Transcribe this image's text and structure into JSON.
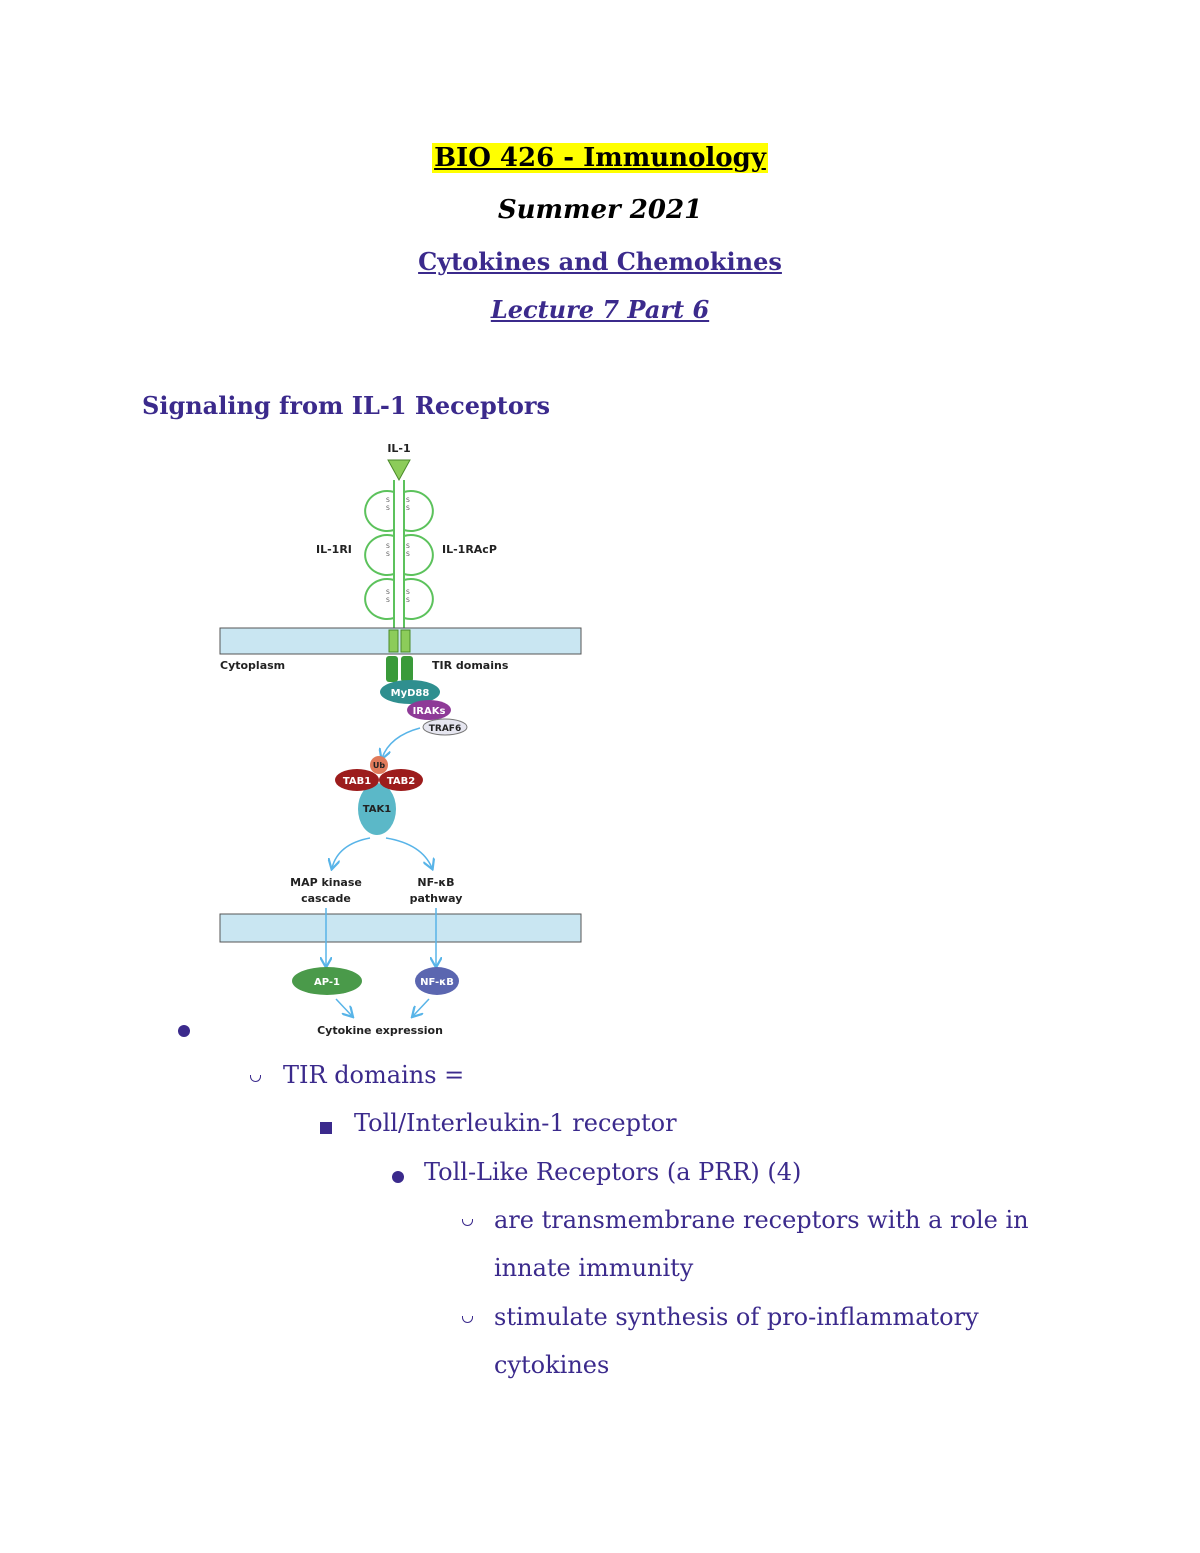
{
  "header": {
    "course": "BIO 426 - Immunology",
    "term": "Summer 2021",
    "topic": "Cytokines and Chemokines",
    "lecture": "Lecture 7 Part 6"
  },
  "section": {
    "heading": "Signaling from IL-1 Receptors"
  },
  "diagram": {
    "labels": {
      "il1": "IL-1",
      "il1ri": "IL-1RI",
      "il1racp": "IL-1RAcP",
      "cytoplasm": "Cytoplasm",
      "tir_domains": "TIR domains",
      "myd88": "MyD88",
      "iraks": "IRAKs",
      "traf6": "TRAF6",
      "ub": "Ub",
      "tab1": "TAB1",
      "tab2": "TAB2",
      "tak1": "TAK1",
      "map_kinase_1": "MAP kinase",
      "map_kinase_2": "cascade",
      "nfkb_path_1": "NF-κB",
      "nfkb_path_2": "pathway",
      "ap1": "AP-1",
      "nfkb": "NF-κB",
      "cytokine_expression": "Cytokine expression"
    },
    "colors": {
      "receptor": "#5cc25c",
      "membrane": "#c9e6f2",
      "myd88": "#2f8f8f",
      "iraks": "#8e3a97",
      "tab": "#9c1c1c",
      "tak1": "#5bb8c8",
      "ap1": "#4a9a4a",
      "nfkb": "#5b66b0",
      "arrow": "#58b4e8"
    }
  },
  "outline": {
    "l2": "TIR domains =",
    "l3": "Toll/Interleukin-1 receptor",
    "l4": "Toll-Like Receptors (a PRR) (4)",
    "l5a_line1": "are transmembrane receptors with a role in",
    "l5a_line2": "innate immunity",
    "l5b_line1": "stimulate synthesis of pro-inflammatory",
    "l5b_line2": "cytokines"
  }
}
